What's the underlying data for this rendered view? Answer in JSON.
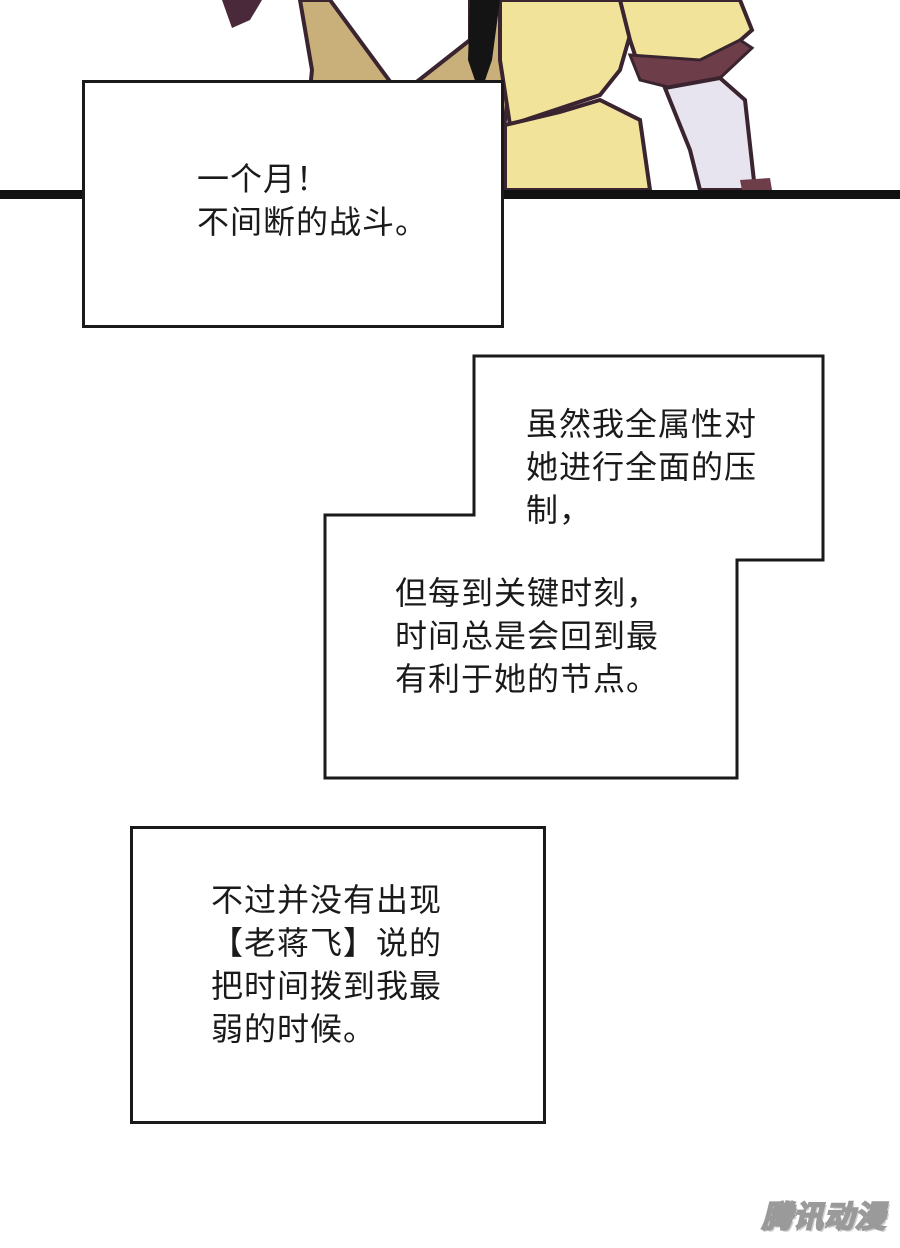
{
  "panel_art": {
    "description_colors": {
      "jacket": "#c9b07a",
      "jacket_light": "#f1e39a",
      "outline": "#4a2a3a",
      "tie": "#141414",
      "skin": "#e8e4ef",
      "panel_border": "#111111"
    }
  },
  "narration_1": {
    "lines": [
      "一个月！",
      "不间断的战斗。"
    ]
  },
  "narration_2": {
    "part_a": [
      "虽然我全属性对",
      "她进行全面的压",
      "制，"
    ],
    "part_b": [
      "但每到关键时刻，",
      "时间总是会回到最",
      "有利于她的节点。"
    ]
  },
  "narration_3": {
    "lines": [
      "不过并没有出现",
      "【老蒋飞】说的",
      "把时间拨到我最",
      "弱的时候。"
    ]
  },
  "watermark": {
    "text": "腾讯动漫"
  }
}
